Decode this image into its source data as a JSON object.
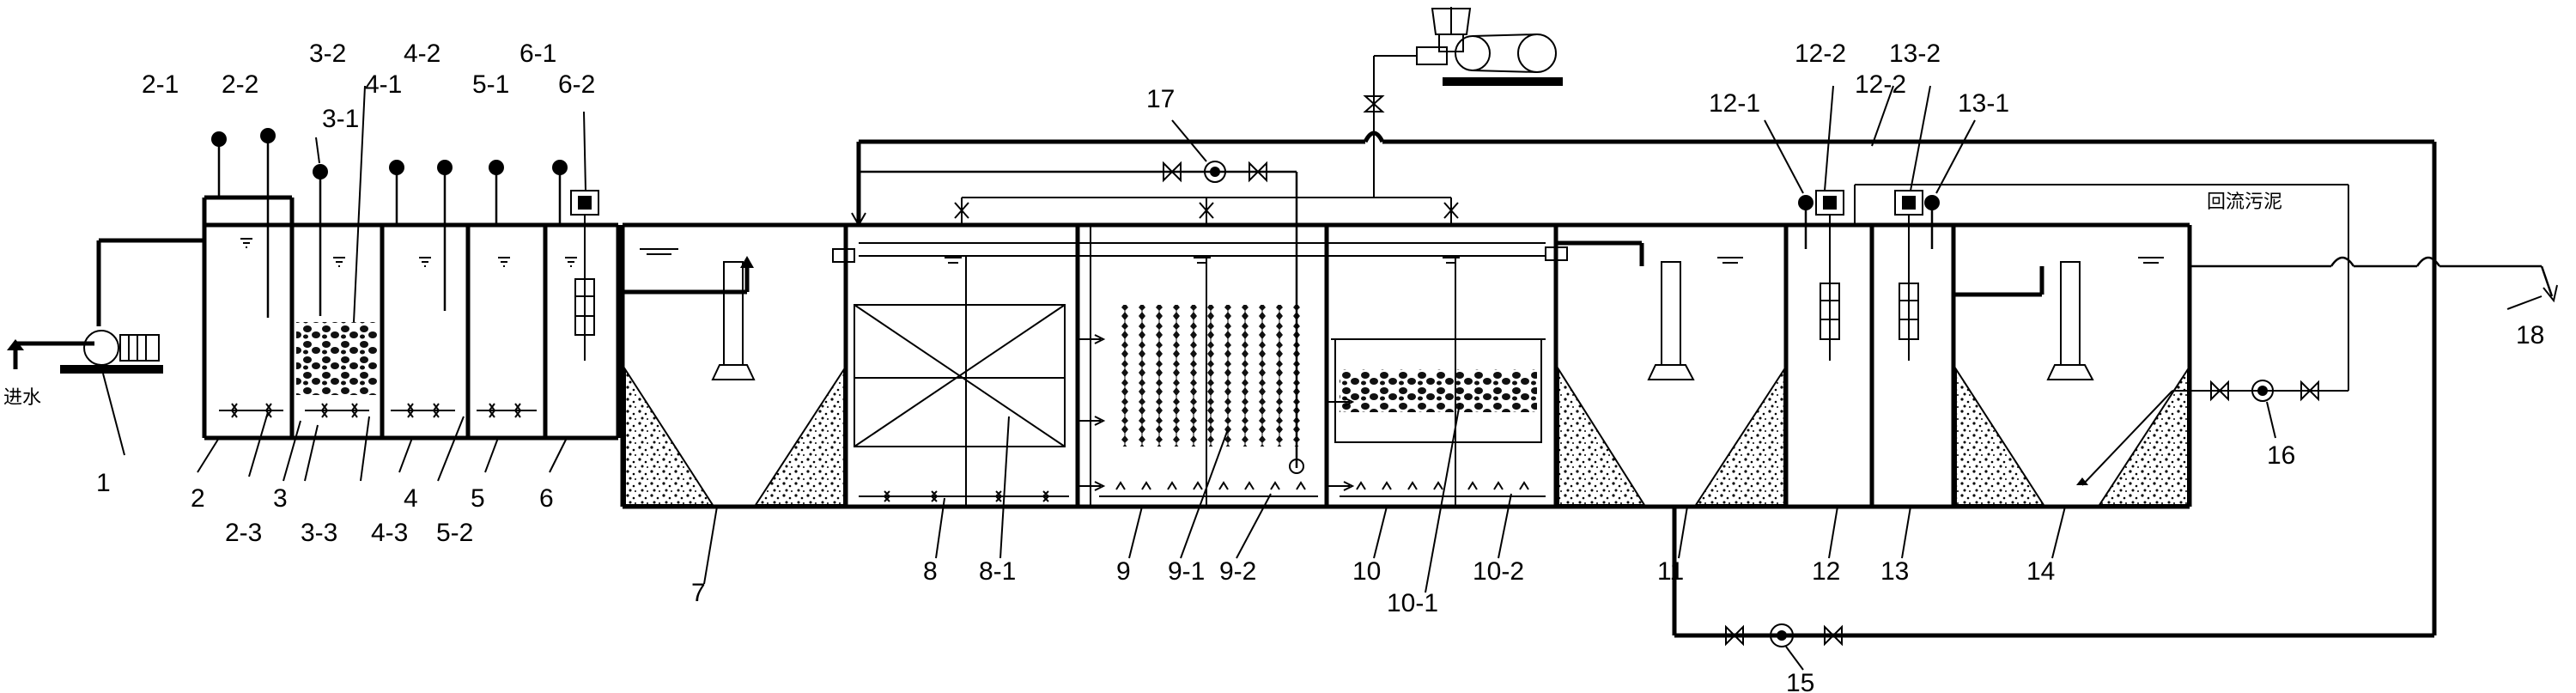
{
  "labels": {
    "l1": "1",
    "l2": "2",
    "l2_1": "2-1",
    "l2_2": "2-2",
    "l2_3": "2-3",
    "l3": "3",
    "l3_1": "3-1",
    "l3_2": "3-2",
    "l3_3": "3-3",
    "l4": "4",
    "l4_1": "4-1",
    "l4_2": "4-2",
    "l4_3": "4-3",
    "l5": "5",
    "l5_1": "5-1",
    "l5_2": "5-2",
    "l6": "6",
    "l6_1": "6-1",
    "l6_2": "6-2",
    "l7": "7",
    "l8": "8",
    "l8_1": "8-1",
    "l9": "9",
    "l9_1": "9-1",
    "l9_2": "9-2",
    "l10": "10",
    "l10_1": "10-1",
    "l10_2": "10-2",
    "l11": "11",
    "l12": "12",
    "l12_1": "12-1",
    "l12_2a": "12-2",
    "l12_2b": "12-2",
    "l13": "13",
    "l13_1": "13-1",
    "l13_2": "13-2",
    "l14": "14",
    "l15": "15",
    "l16": "16",
    "l17": "17",
    "l18": "18",
    "return_sludge": "回流污泥",
    "influent": "进水"
  },
  "colors": {
    "line": "#000000",
    "background": "#ffffff",
    "media": "#222222"
  },
  "icons": [
    "pump-icon",
    "valve-icon",
    "blower-icon",
    "probe-icon",
    "water-level-icon"
  ]
}
